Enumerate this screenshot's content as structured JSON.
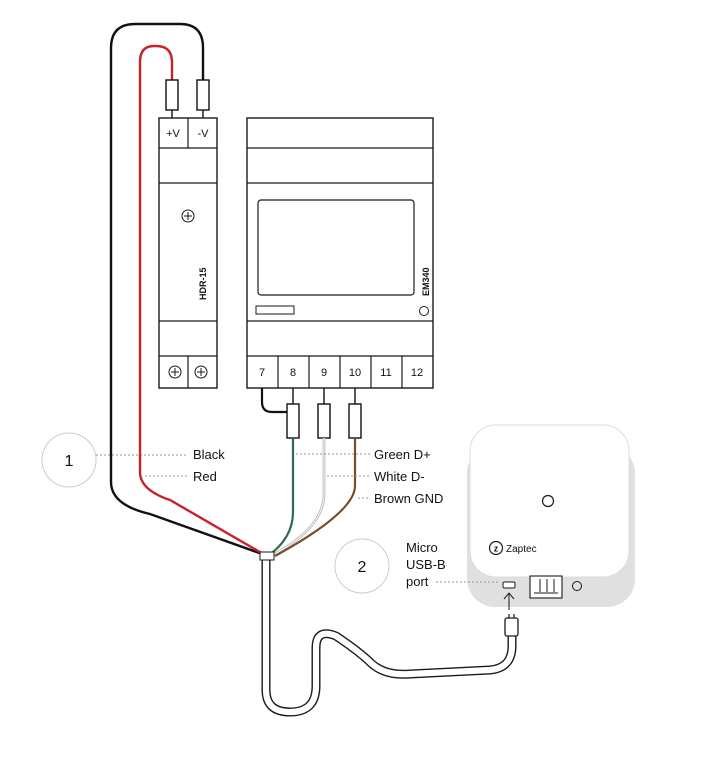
{
  "power_supply": {
    "model": "HDR-15",
    "pos_label": "+V",
    "neg_label": "-V"
  },
  "meter": {
    "model": "EM340",
    "terminals": [
      "7",
      "8",
      "9",
      "10",
      "11",
      "12"
    ]
  },
  "device": {
    "brand": "Zaptec",
    "logo_letter": "z"
  },
  "callouts": [
    {
      "number": "1",
      "labels": [
        "Black",
        "Red"
      ]
    },
    {
      "number": "2",
      "labels": [
        "Micro",
        "USB-B",
        "port"
      ]
    }
  ],
  "wire_labels": [
    "Green D+",
    "White D-",
    "Brown GND"
  ],
  "colors": {
    "black_wire": "#111111",
    "red_wire": "#c8232b",
    "green_wire": "#2f6b4a",
    "white_wire": "#b0b0b0",
    "brown_wire": "#7a4a2b",
    "outline": "#1a1a1a",
    "device_shadow": "#dedede"
  },
  "icons": [
    "plus-circle-icon",
    "micro-usb-port-icon",
    "usb-plug-icon",
    "zaptec-logo-icon"
  ]
}
